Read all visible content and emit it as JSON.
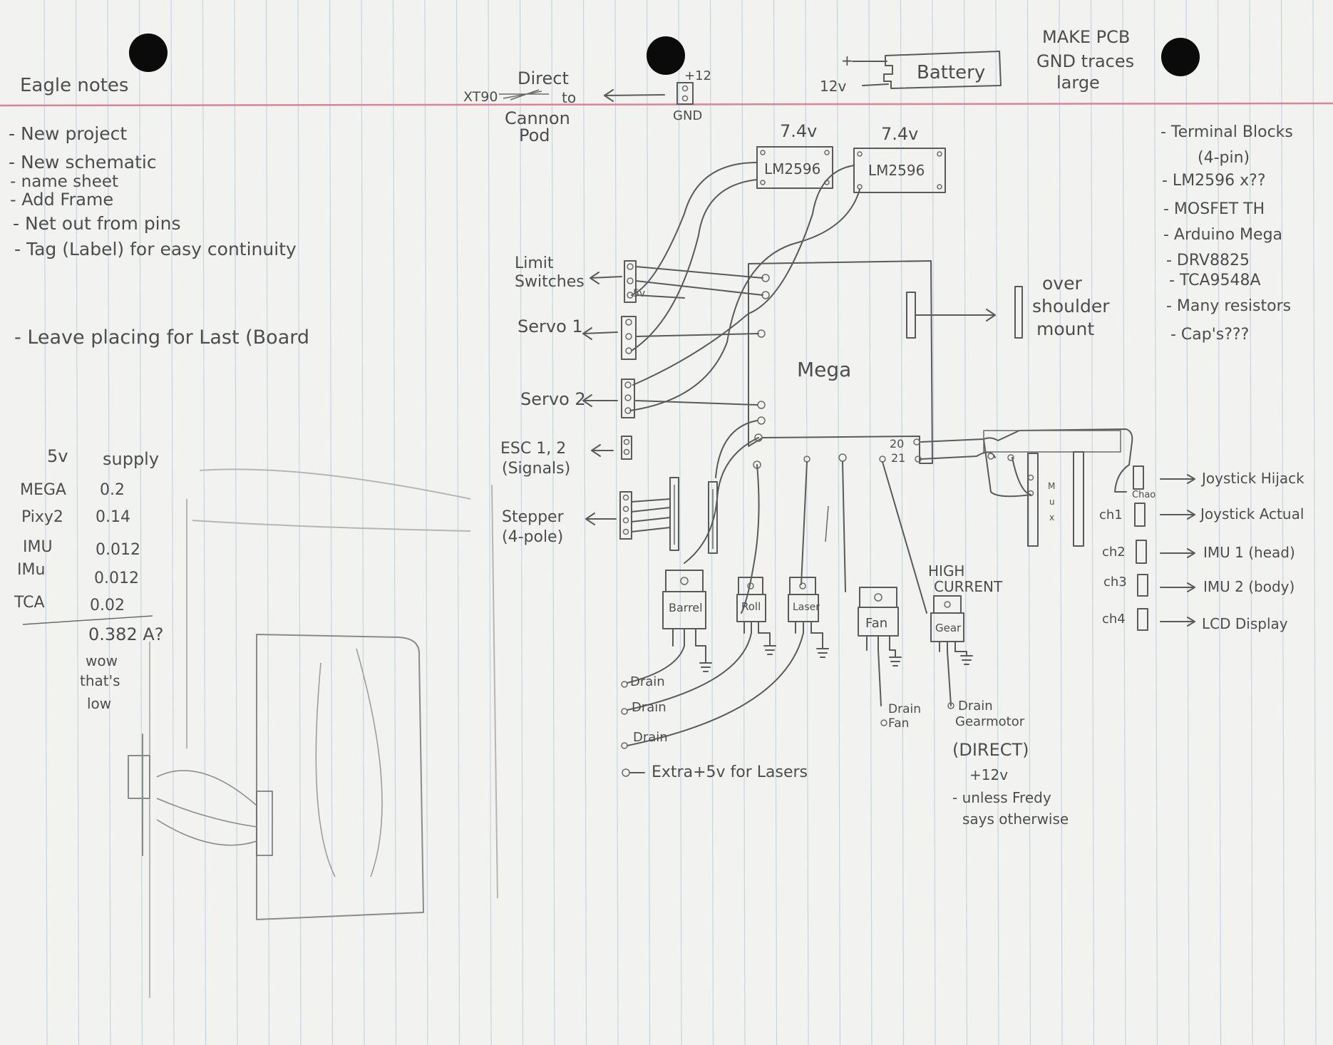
{
  "colors": {
    "paper": "#f2f2f0",
    "rule_lines": "#b9c7d8",
    "margin_line": "#d9849a",
    "pencil": "#4d4d4d",
    "hole": "#0b0b0b"
  },
  "notes": {
    "title": "Eagle notes",
    "items": [
      "- New project",
      "- New schematic",
      "- name sheet",
      "- Add Frame",
      "- Net out from pins",
      "- Tag (Label) for easy continuity",
      "- Leave placing for Last (Board"
    ]
  },
  "supply_table": {
    "headers": [
      "5v",
      "supply"
    ],
    "rows": [
      {
        "name": "MEGA",
        "value": "0.2"
      },
      {
        "name": "Pixy2",
        "value": "0.14"
      },
      {
        "name": "IMU",
        "value": "0.012"
      },
      {
        "name": "IMu",
        "value": "0.012"
      },
      {
        "name": "TCA",
        "value": "0.02"
      }
    ],
    "total": "0.382 A?",
    "comment": [
      "wow",
      "that's",
      "low"
    ]
  },
  "top": {
    "direct_label": [
      "Direct",
      "XT90",
      "to",
      "Cannon",
      "Pod"
    ],
    "plus12": "+12",
    "gnd": "GND",
    "battery": "Battery",
    "battery_plus": "+",
    "battery_12v": "12v",
    "pcb_note": [
      "MAKE PCB",
      "GND traces",
      "large"
    ]
  },
  "regulators": [
    {
      "name": "LM2596",
      "voltage": "7.4v"
    },
    {
      "name": "LM2596",
      "voltage": "7.4v"
    }
  ],
  "connectors": {
    "limit": [
      "Limit",
      "Switches"
    ],
    "five_v": "5v",
    "servo1": "Servo 1",
    "servo2": "Servo 2",
    "esc": [
      "ESC 1, 2",
      "(Signals)"
    ],
    "stepper": [
      "Stepper",
      "(4-pole)"
    ]
  },
  "board": {
    "name": "Mega",
    "pin20": "20",
    "pin21": "21",
    "mount": [
      "over",
      "shoulder",
      "mount"
    ]
  },
  "mux": {
    "label": [
      "M",
      "u",
      "x"
    ]
  },
  "channels": [
    {
      "ch": "Chao",
      "target": "Joystick Hijack"
    },
    {
      "ch": "ch1",
      "target": "Joystick Actual"
    },
    {
      "ch": "ch2",
      "target": "IMU 1 (head)"
    },
    {
      "ch": "ch3",
      "target": "IMU 2 (body)"
    },
    {
      "ch": "ch4",
      "target": "LCD Display"
    }
  ],
  "mosfets": [
    "Barrel",
    "Roll",
    "Laser",
    "Fan",
    "Gear"
  ],
  "high_current": [
    "HIGH",
    "CURRENT"
  ],
  "drains": [
    "Drain",
    "Drain",
    "Drain"
  ],
  "extra5v": "Extra+5v for Lasers",
  "fan_drain": [
    "Drain",
    "Fan"
  ],
  "gear_drain": [
    "Drain",
    "Gearmotor"
  ],
  "gear_note": [
    "(DIRECT)",
    "+12v",
    "- unless Fredy",
    "says otherwise"
  ],
  "parts_list": [
    "- Terminal Blocks",
    "(4-pin)",
    "- LM2596 x??",
    "- MOSFET TH",
    "- Arduino Mega",
    "- DRV8825",
    "- TCA9548A",
    "- Many resistors",
    "- Cap's???"
  ]
}
